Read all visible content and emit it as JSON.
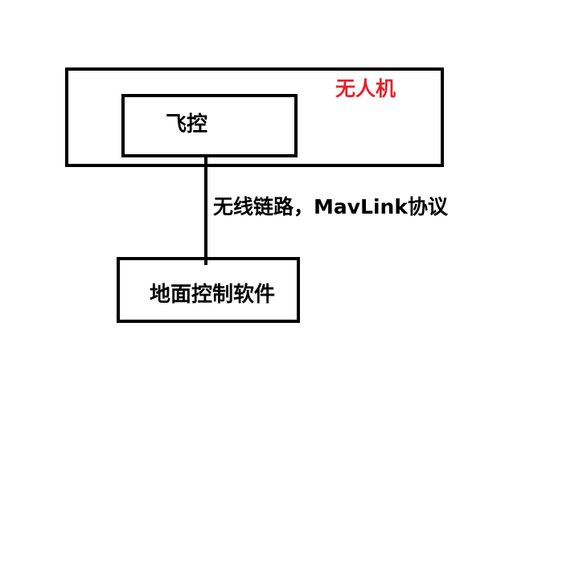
{
  "diagram": {
    "nodes": [
      {
        "id": "drone",
        "label": "无人机",
        "label_color": "#e8202a",
        "contains": [
          "flight_controller"
        ]
      },
      {
        "id": "flight_controller",
        "label": "飞控",
        "label_color": "#000000"
      },
      {
        "id": "ground_station",
        "label": "地面控制软件",
        "label_color": "#000000"
      }
    ],
    "edges": [
      {
        "from": "flight_controller",
        "to": "ground_station",
        "label": "无线链路，MavLink协议"
      }
    ]
  },
  "labels": {
    "drone": "无人机",
    "flight_controller": "飞控",
    "link": "无线链路，MavLink协议",
    "ground_station": "地面控制软件"
  },
  "colors": {
    "stroke": "#000000",
    "drone_label": "#e8202a",
    "background": "#ffffff"
  }
}
